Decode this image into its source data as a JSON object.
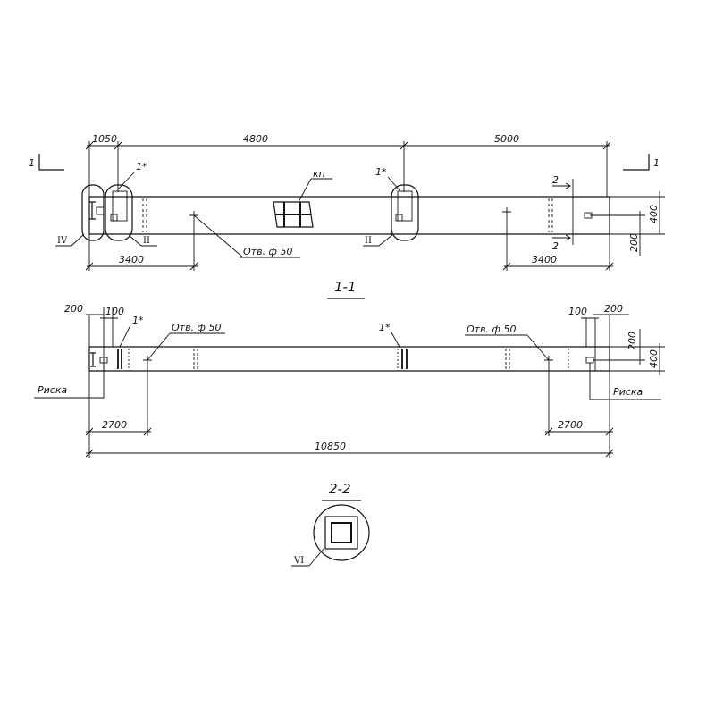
{
  "plan": {
    "dims_top": [
      "1050",
      "4800",
      "5000"
    ],
    "dims_bottom": [
      "3400",
      "3400"
    ],
    "dims_right": [
      "400",
      "200"
    ],
    "section_mark_left": "1",
    "section_mark_right": "1",
    "section22_top": "2",
    "section22_bottom": "2",
    "node_labels": [
      "1*",
      "1*"
    ],
    "kp_label": "кп",
    "hole_label": "Отв. ф 50",
    "roman_IV": "IV",
    "roman_II_a": "II",
    "roman_II_b": "II"
  },
  "section11": {
    "title": "1-1",
    "dims_top_left": [
      "200",
      "100"
    ],
    "dims_top_right": [
      "100",
      "200"
    ],
    "node_labels": [
      "1*",
      "1*"
    ],
    "hole_left": "Отв. ф 50",
    "hole_right": "Отв. ф 50",
    "riska_left": "Риска",
    "riska_right": "Риска",
    "dims_bottom": [
      "2700",
      "2700"
    ],
    "dim_total": "10850",
    "dims_right": [
      "200",
      "400"
    ]
  },
  "section22": {
    "title": "2-2",
    "roman": "VI"
  }
}
